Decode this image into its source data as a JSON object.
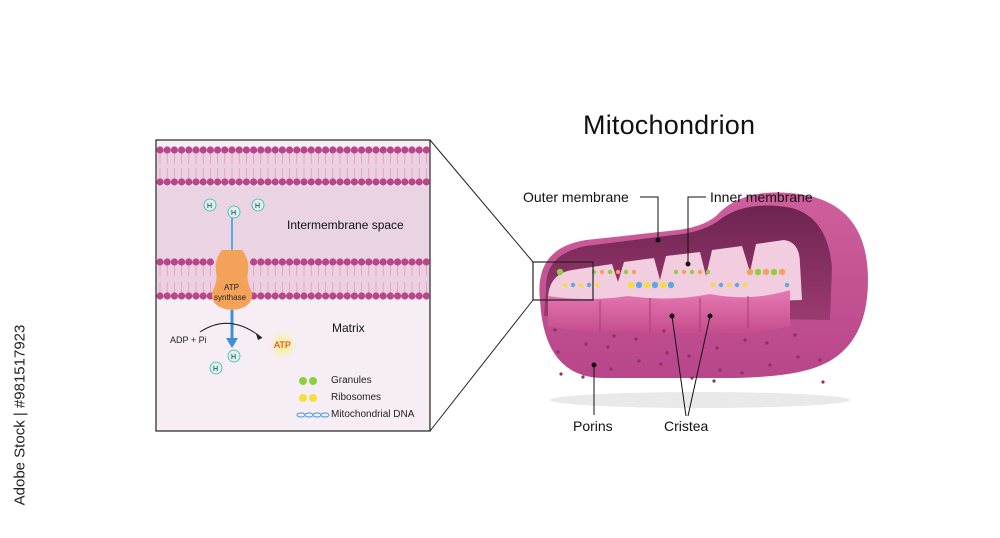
{
  "title": "Mitochondrion",
  "labels": {
    "outer_membrane": "Outer membrane",
    "inner_membrane": "Inner membrane",
    "porins": "Porins",
    "cristea": "Cristea"
  },
  "inset": {
    "intermembrane_space": "Intermembrane space",
    "matrix": "Matrix",
    "atp_synthase_line1": "ATP",
    "atp_synthase_line2": "synthase",
    "adp_pi": "ADP + Pi",
    "atp": "ATP",
    "h_plus": "H",
    "legend": [
      {
        "label": "Granules",
        "color": "#8ccf3f"
      },
      {
        "label": "Ribosomes",
        "color": "#f4de3c"
      },
      {
        "label": "Mitochondrial DNA",
        "color": "#5fa8de"
      }
    ]
  },
  "watermark": "Adobe Stock | #981517923",
  "colors": {
    "outer_membrane": "#c2538f",
    "inner_dark": "#7b2a56",
    "cristae": "#d9619f",
    "matrix_fill": "#f1c7dc",
    "bilayer_head": "#b8468a",
    "atp_synthase": "#f4a25a"
  }
}
